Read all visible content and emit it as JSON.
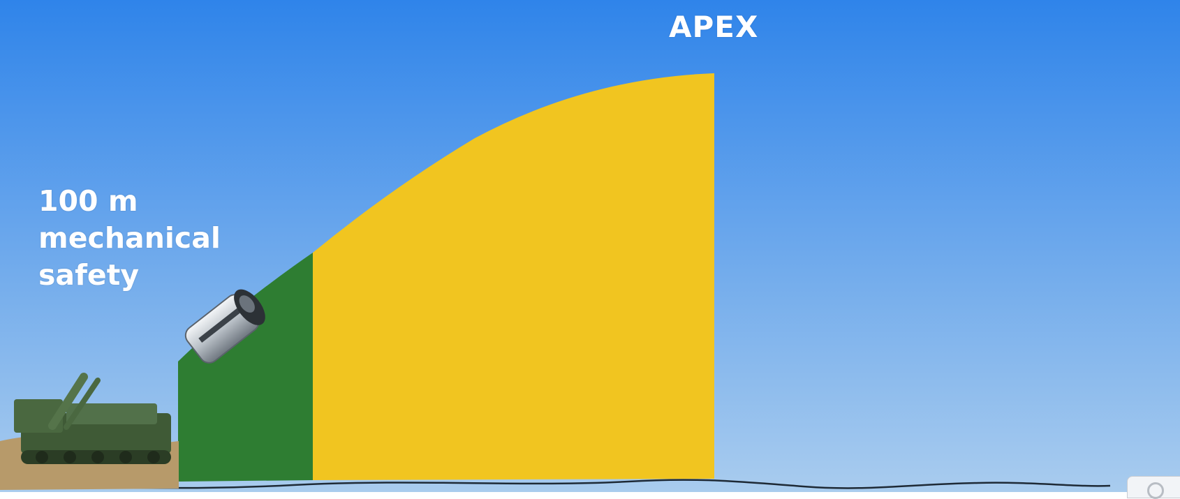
{
  "labels": {
    "apex": "APEX",
    "safety_lines": [
      "100 m",
      "mechanical",
      "safety"
    ]
  },
  "icons": [
    "launcher-vehicle-icon",
    "projectile-icon"
  ],
  "colors": {
    "sky_top": "#2f84ea",
    "sky_bottom": "#a9ccee",
    "safety_zone": "#2e7d32",
    "armed_zone": "#f1c520",
    "ground_line": "#1e2a36"
  }
}
